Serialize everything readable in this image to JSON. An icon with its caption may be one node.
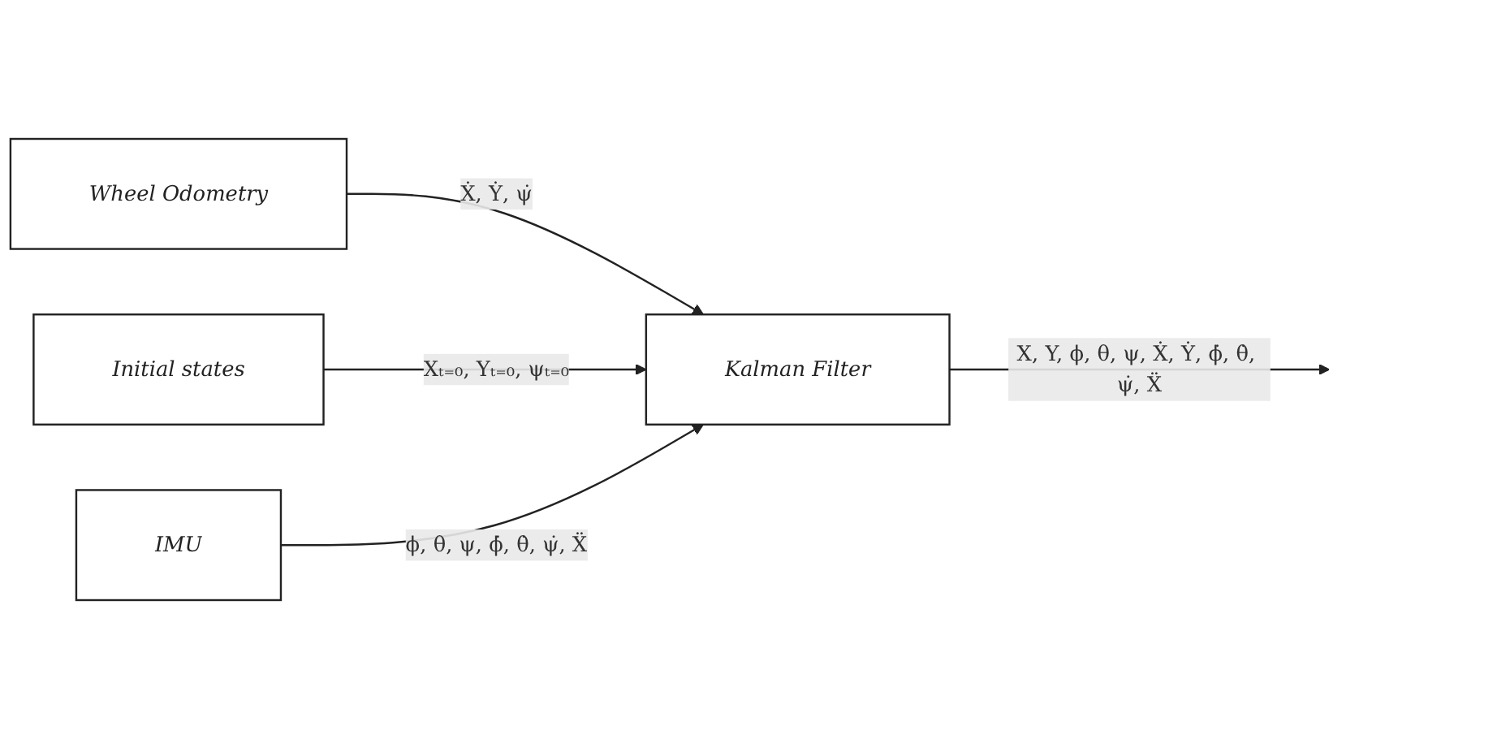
{
  "diagram": {
    "nodes": [
      {
        "text": [
          "Wheel Odometry"
        ]
      },
      {
        "text": [
          "Initial states"
        ]
      },
      {
        "text": [
          "IMU"
        ]
      },
      {
        "text": [
          "Kalman Filter"
        ]
      }
    ],
    "edges": [
      {
        "from": 0,
        "to": 3,
        "arrow": "to",
        "label": "Ẋ, Ẏ, ψ̇"
      },
      {
        "from": 1,
        "to": 3,
        "arrow": "to",
        "label": "Xₜ₌₀, Yₜ₌₀, ψₜ₌₀"
      },
      {
        "from": 2,
        "to": 3,
        "arrow": "to",
        "label": "ϕ, θ, ψ, ϕ̇, θ̇, ψ̇, Ẍ"
      },
      {
        "from": 3,
        "to": null,
        "arrow": "to",
        "label": "X, Y, ϕ, θ, ψ, Ẋ, Ẏ, ϕ̇, θ̇, ψ̇, Ẍ"
      }
    ]
  }
}
